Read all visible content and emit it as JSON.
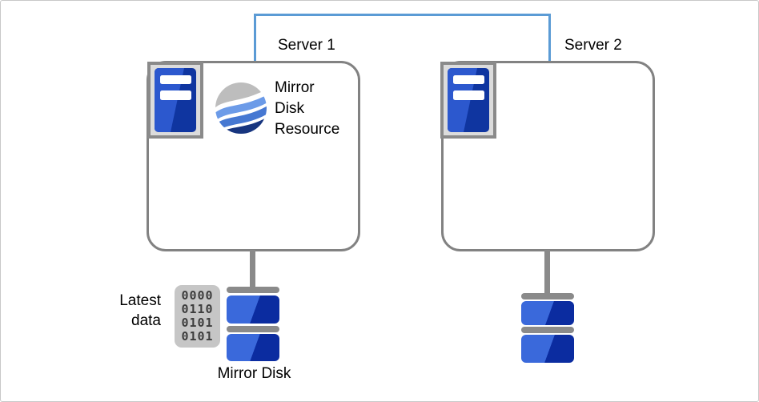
{
  "diagram_title": "Mirror Disk Resource",
  "interconnect": {
    "color": "#5b9bd5"
  },
  "servers": [
    {
      "label": "Server 1",
      "resource": {
        "line1": "Mirror",
        "line2": "Disk",
        "line3": "Resource"
      }
    },
    {
      "label": "Server 2"
    }
  ],
  "latest_data": {
    "line1": "Latest",
    "line2": "data"
  },
  "binary_block": {
    "rows": [
      "0000",
      "0110",
      "0101",
      "0101"
    ]
  },
  "mirror_disk_caption": "Mirror Disk",
  "colors": {
    "interconnect_blue": "#5b9bd5",
    "box_border_gray": "#828282",
    "hardware_gray": "#8a8a8a",
    "server_icon_panel_gray": "#dcdcdc",
    "server_icon_blue_dark": "#0f35a0",
    "server_icon_blue_light": "#2c58ce",
    "disk_blue_light": "#3a69db",
    "disk_blue_dark": "#0b2ca0",
    "binary_block_bg": "#c6c6c6",
    "binary_text": "#3d3d3d",
    "mirror_icon_gray": "#bdbdbd",
    "mirror_icon_blue_light": "#6c9be8",
    "mirror_icon_blue_mid": "#4678d2",
    "mirror_icon_navy": "#17357f"
  }
}
